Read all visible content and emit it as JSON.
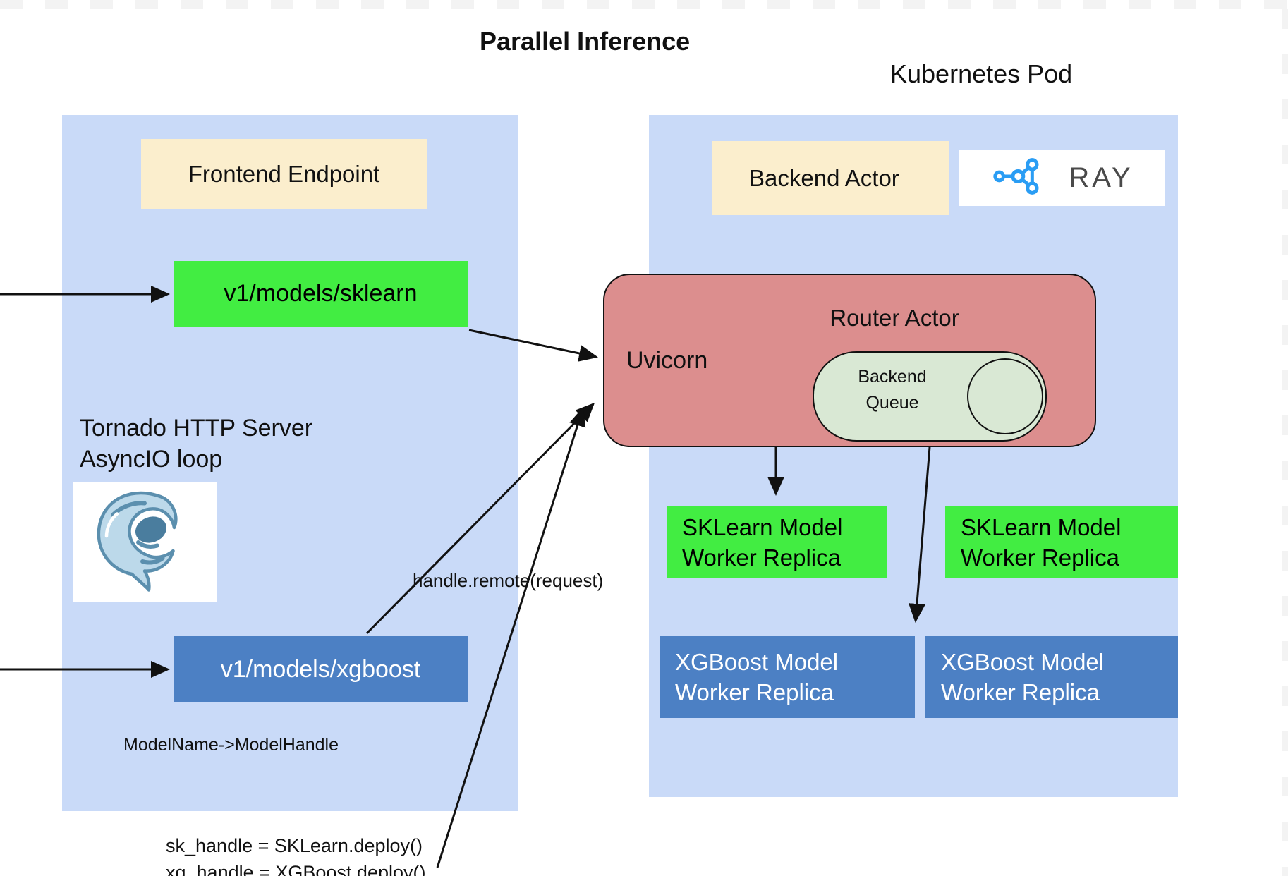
{
  "title": "Parallel Inference",
  "kubernetes_pod_label": "Kubernetes Pod",
  "frontend": {
    "header": "Frontend Endpoint",
    "sklearn_endpoint": "v1/models/sklearn",
    "xgboost_endpoint": "v1/models/xgboost",
    "server_line1": "Tornado HTTP Server",
    "server_line2": "AsyncIO loop",
    "model_map": "ModelName->ModelHandle"
  },
  "backend": {
    "header": "Backend Actor",
    "ray_label": "RAY",
    "router": {
      "title": "Router Actor",
      "server": "Uvicorn",
      "queue_line1": "Backend",
      "queue_line2": "Queue"
    },
    "workers": [
      {
        "line1": "SKLearn Model",
        "line2": "Worker Replica",
        "type": "green"
      },
      {
        "line1": "SKLearn Model",
        "line2": "Worker Replica",
        "type": "green"
      },
      {
        "line1": "XGBoost Model",
        "line2": "Worker Replica",
        "type": "blue"
      },
      {
        "line1": "XGBoost Model",
        "line2": "Worker Replica",
        "type": "blue"
      }
    ]
  },
  "annotations": {
    "handle_remote": "handle.remote(request)",
    "deploy_line1": "sk_handle = SKLearn.deploy()",
    "deploy_line2": "xg_handle = XGBoost.deploy()"
  },
  "colors": {
    "panel_blue": "#c9daf8",
    "header_tan": "#fbeecd",
    "endpoint_green": "#42ed42",
    "endpoint_blue": "#4c80c4",
    "router_pink": "#dc8e8e",
    "queue_green": "#d9e8d4",
    "ray_blue": "#2a9df4",
    "checker_gray": "#f3f3f3"
  }
}
